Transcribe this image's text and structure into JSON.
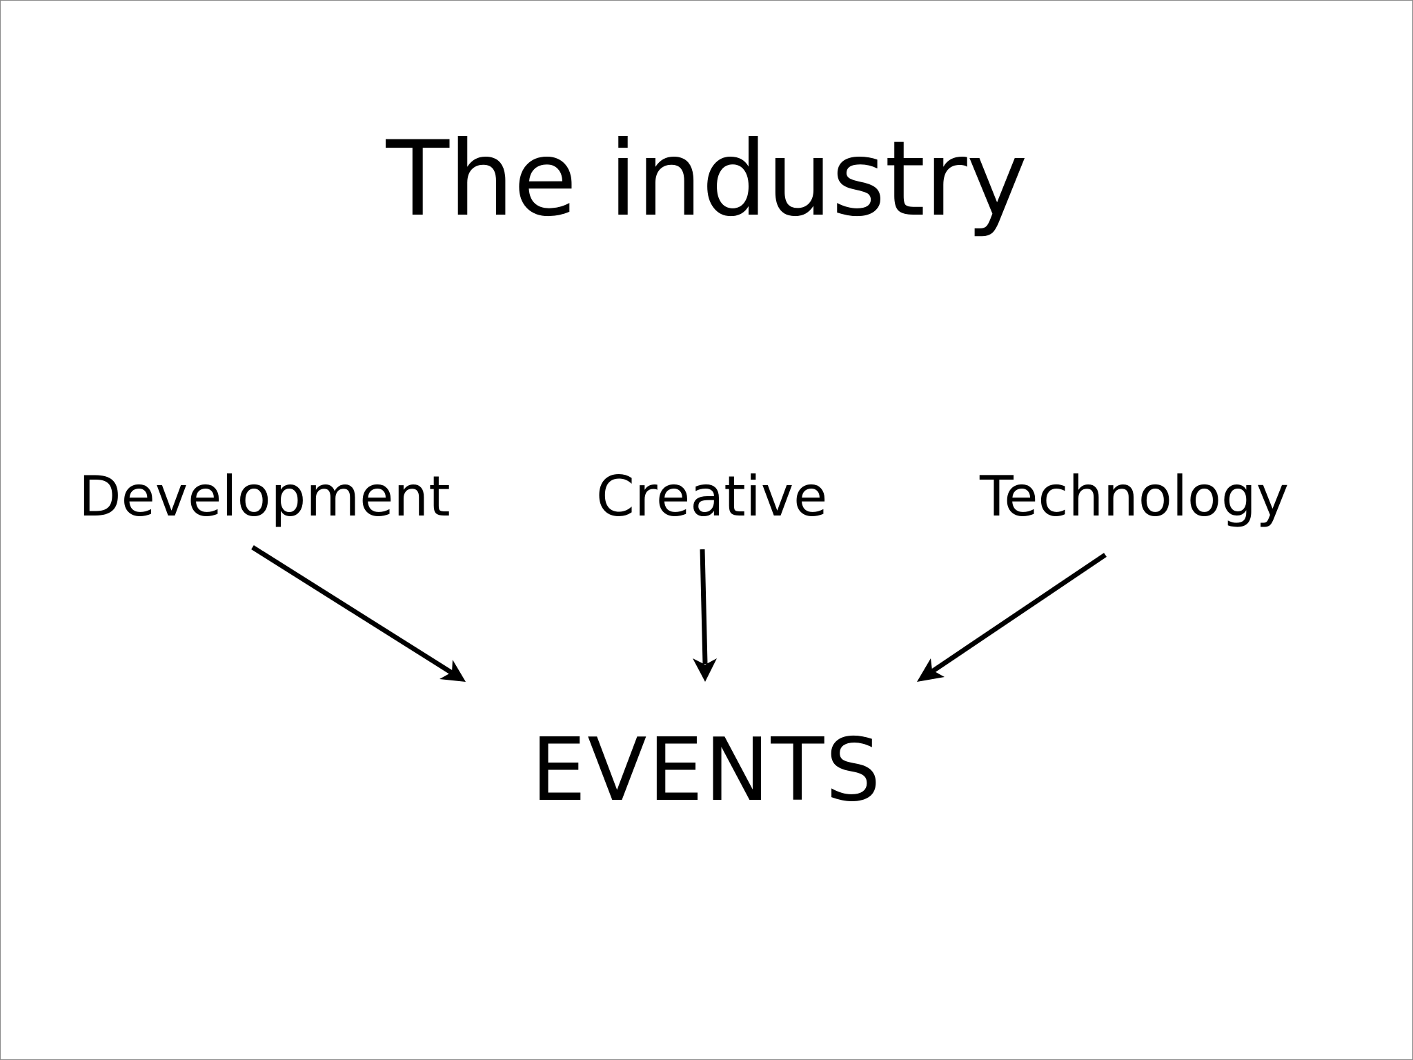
{
  "slide": {
    "title": "The industry",
    "sources": [
      {
        "label": "Development"
      },
      {
        "label": "Creative"
      },
      {
        "label": "Technology"
      }
    ],
    "target": "EVENTS"
  },
  "colors": {
    "text": "#000000",
    "arrow": "#000000",
    "background": "#ffffff",
    "frame": "#8a8a8a"
  }
}
